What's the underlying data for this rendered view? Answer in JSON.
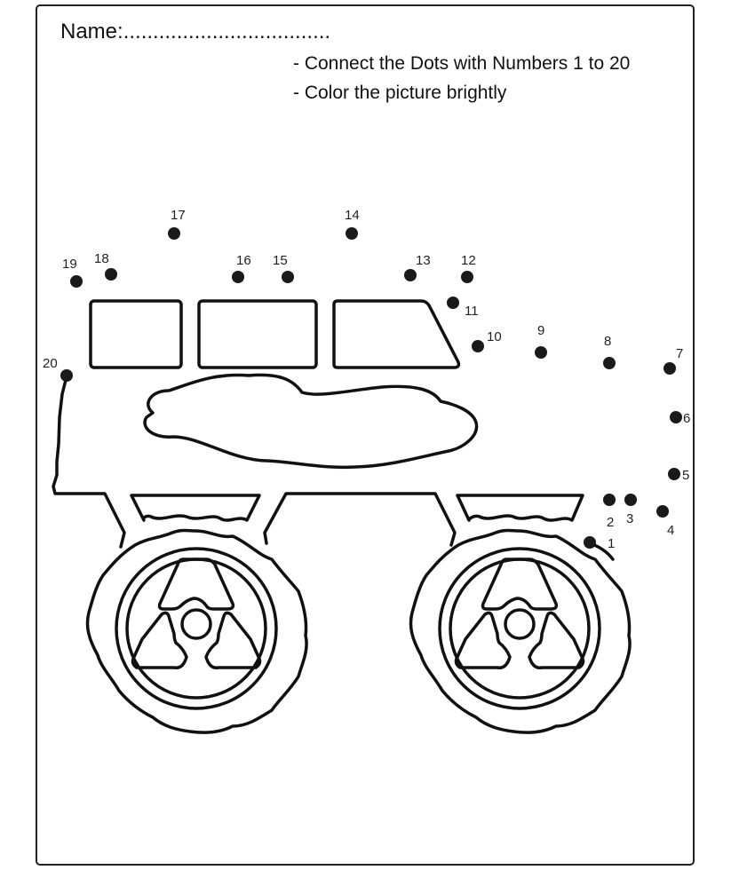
{
  "worksheet": {
    "name_label": "Name:...................................",
    "instructions": [
      "- Connect the Dots with Numbers 1 to 20",
      "- Color the picture brightly"
    ]
  },
  "dots": [
    {
      "label": "1"
    },
    {
      "label": "2"
    },
    {
      "label": "3"
    },
    {
      "label": "4"
    },
    {
      "label": "5"
    },
    {
      "label": "6"
    },
    {
      "label": "7"
    },
    {
      "label": "8"
    },
    {
      "label": "9"
    },
    {
      "label": "10"
    },
    {
      "label": "11"
    },
    {
      "label": "12"
    },
    {
      "label": "13"
    },
    {
      "label": "14"
    },
    {
      "label": "15"
    },
    {
      "label": "16"
    },
    {
      "label": "17"
    },
    {
      "label": "18"
    },
    {
      "label": "19"
    },
    {
      "label": "20"
    }
  ],
  "colors": {
    "ink": "#111111",
    "paper": "#ffffff"
  }
}
